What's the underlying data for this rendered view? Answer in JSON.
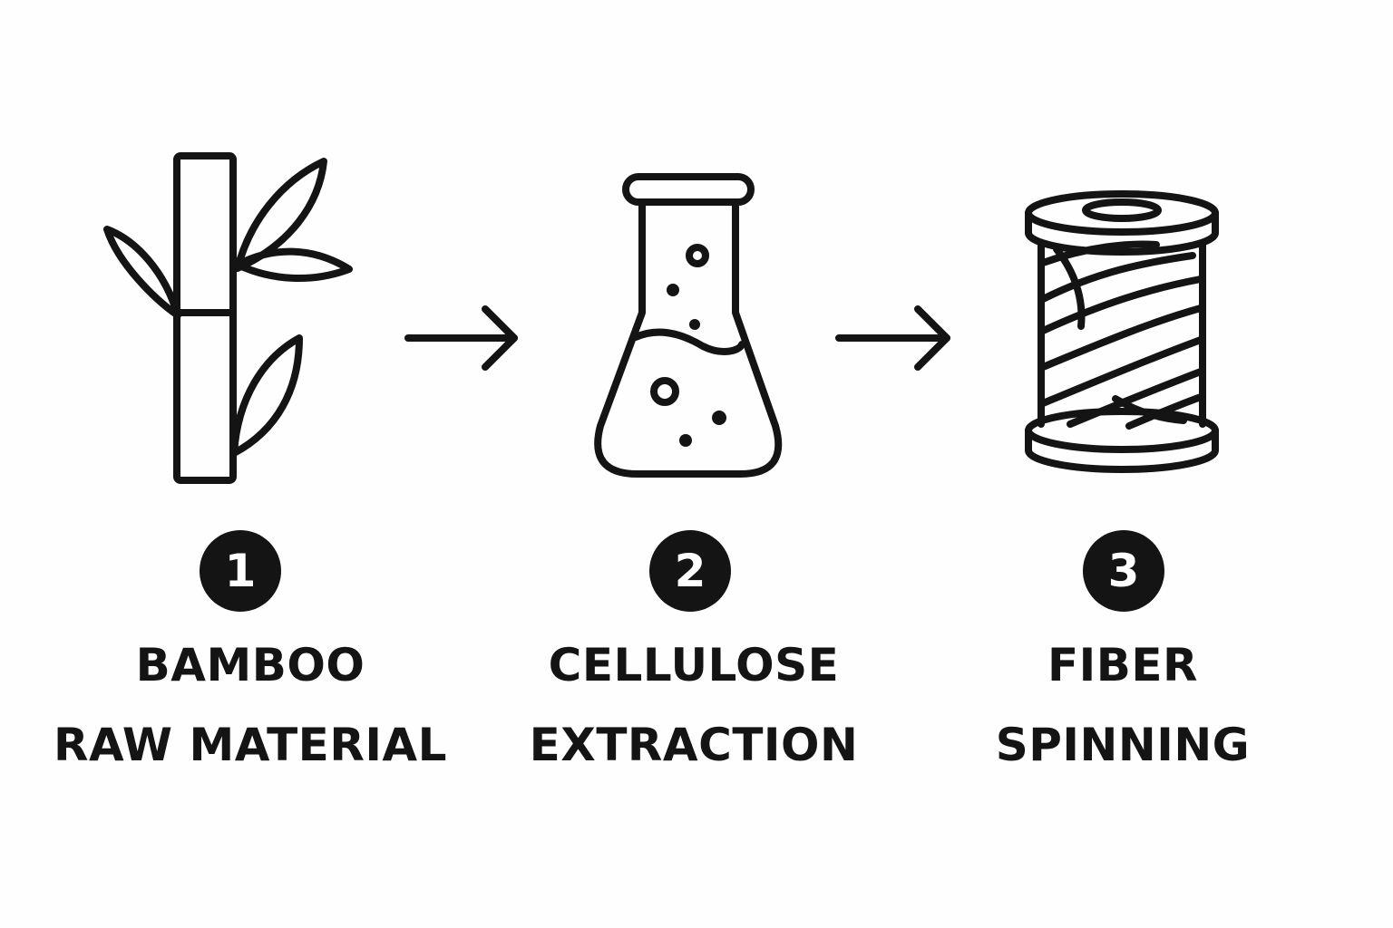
{
  "colors": {
    "background": "#fefefe",
    "ink": "#141414"
  },
  "steps": [
    {
      "number": "1",
      "icon": "bamboo-icon",
      "line1": "BAMBOO",
      "line2": "RAW MATERIAL"
    },
    {
      "number": "2",
      "icon": "flask-icon",
      "line1": "CELLULOSE",
      "line2": "EXTRACTION"
    },
    {
      "number": "3",
      "icon": "spool-icon",
      "line1": "FIBER",
      "line2": "SPINNING"
    }
  ],
  "connectors": [
    {
      "icon": "arrow-right-icon"
    },
    {
      "icon": "arrow-right-icon"
    }
  ]
}
